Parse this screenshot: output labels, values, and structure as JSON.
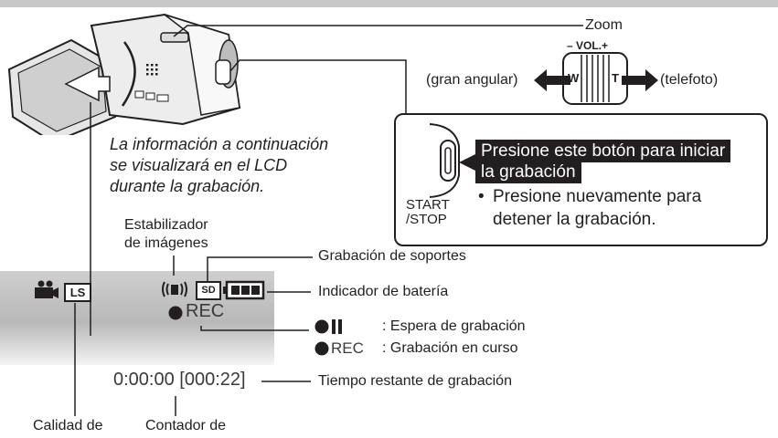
{
  "top_bar_color": "#c8c8c8",
  "camera": {
    "zoom_label": "Zoom",
    "zoom_lever": {
      "vol_label": "– VOL.+",
      "wide_key": "W",
      "tele_key": "T",
      "wide_label": "(gran angular)",
      "tele_label": "(telefoto)"
    }
  },
  "intro_text": [
    "La información a continuación",
    "se visualizará en el LCD",
    "durante la grabación."
  ],
  "start_box": {
    "button_label_1": "START",
    "button_label_2": "/STOP",
    "highlight_line_1": "Presione este botón para iniciar",
    "highlight_line_2": "la grabación",
    "bullet": "•",
    "note_line_1": "Presione nuevamente para",
    "note_line_2": "detener la grabación."
  },
  "lcd": {
    "quality_badge": "LS",
    "media_badge": "SD",
    "rec_text": "REC",
    "counter_text": "0:00:00 [000:22]"
  },
  "callouts": {
    "stabilizer_1": "Estabilizador",
    "stabilizer_2": "de imágenes",
    "media": "Grabación de soportes",
    "battery": "Indicador de batería",
    "standby": ": Espera de grabación",
    "recording_rec": "REC",
    "recording": ": Grabación en curso",
    "remaining": "Tiempo restante de grabación",
    "quality": "Calidad de",
    "counter": "Contador de"
  }
}
